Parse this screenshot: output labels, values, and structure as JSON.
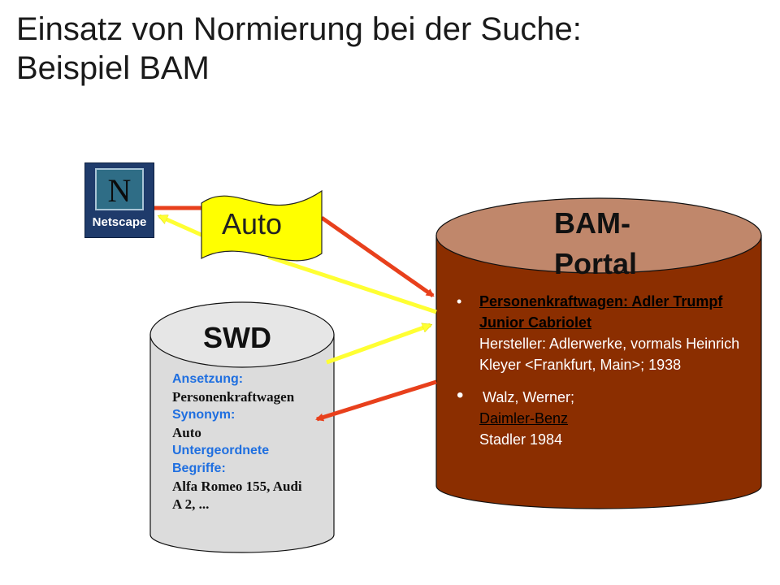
{
  "title": {
    "line1": "Einsatz von Normierung bei der Suche:",
    "line2": "Beispiel BAM"
  },
  "netscape": {
    "letter": "N",
    "word": "Netscape"
  },
  "query_note": {
    "label": "Auto"
  },
  "bam_portal": {
    "title_line1": "BAM-",
    "title_line2": "Portal",
    "results": [
      {
        "link": "Personenkraftwagen: Adler Trumpf Junior Cabriolet",
        "text": "Hersteller: Adlerwerke, vormals Heinrich Kleyer <Frankfurt, Main>; 1938"
      },
      {
        "prefix": "Walz, Werner;",
        "link": "Daimler-Benz",
        "text": "Stadler 1984"
      }
    ],
    "bullet": "•"
  },
  "swd": {
    "title": "SWD",
    "entries": [
      {
        "key": "Ansetzung:",
        "value": "Personenkraftwagen"
      },
      {
        "key": "Synonym:",
        "value": "Auto"
      },
      {
        "key": "Untergeordnete Begriffe:",
        "value": "Alfa Romeo 155, Audi A 2, ..."
      }
    ]
  },
  "colors": {
    "portal_body": "#8b2e00",
    "portal_top": "#c0876b",
    "swd_body": "#dcdcdc",
    "swd_top": "#e6e6e6",
    "note_fill": "#ffff00",
    "arrow_red": "#e8401c",
    "arrow_yellow": "#ffff33",
    "netscape_bg": "#1f3b6b",
    "swd_key": "#1f6fe0"
  }
}
